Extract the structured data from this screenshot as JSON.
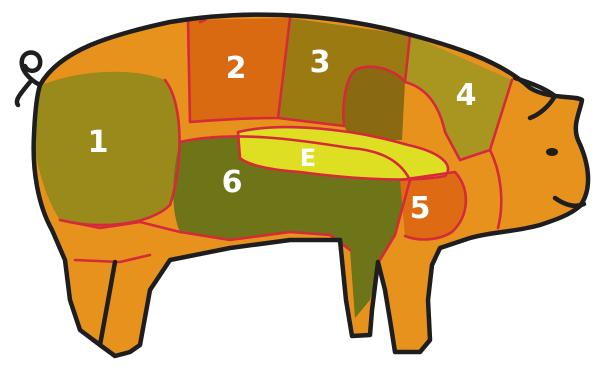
{
  "diagram": {
    "cuts": [
      {
        "id": "1",
        "label": "1",
        "color": "#9a8a1c"
      },
      {
        "id": "2",
        "label": "2",
        "color": "#d96a12"
      },
      {
        "id": "3",
        "label": "3",
        "color": "#9c7a12"
      },
      {
        "id": "4",
        "label": "4",
        "color": "#a99621"
      },
      {
        "id": "5",
        "label": "5",
        "color": "#de6a14"
      },
      {
        "id": "6",
        "label": "6",
        "color": "#6e7418"
      },
      {
        "id": "e",
        "label": "E",
        "color": "#dede22"
      }
    ],
    "colors": {
      "base": "#e8921e",
      "cut_lines": "#d42a3a",
      "outline": "#1e1e1e",
      "label_text": "#ffffff"
    }
  }
}
